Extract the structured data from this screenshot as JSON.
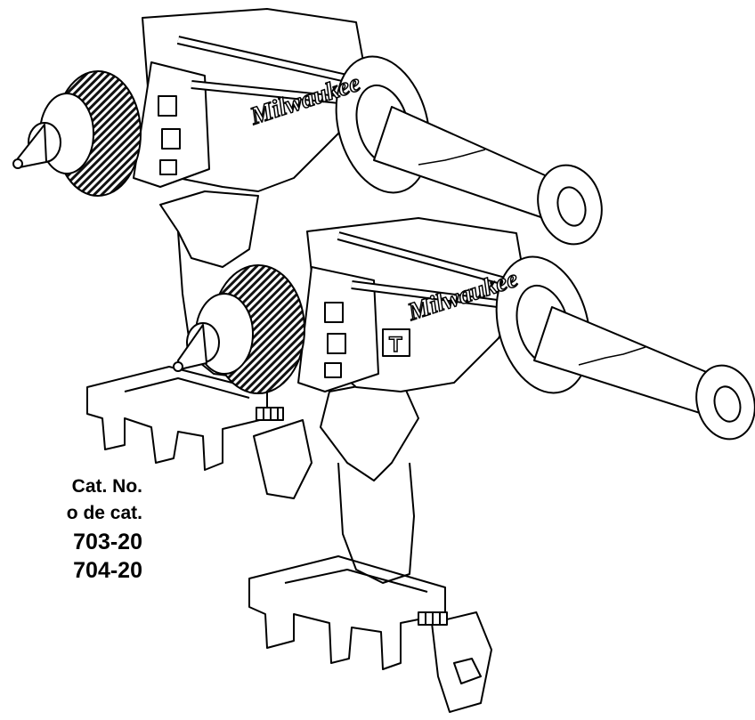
{
  "catalog": {
    "cat_no_en": "Cat. No.",
    "cat_no_es": "o de cat.",
    "model_1": "703-20",
    "model_2": "704-20"
  },
  "illustration": {
    "brand_mark": "Milwaukee",
    "torque_mark": "T",
    "drill_count": 2
  }
}
